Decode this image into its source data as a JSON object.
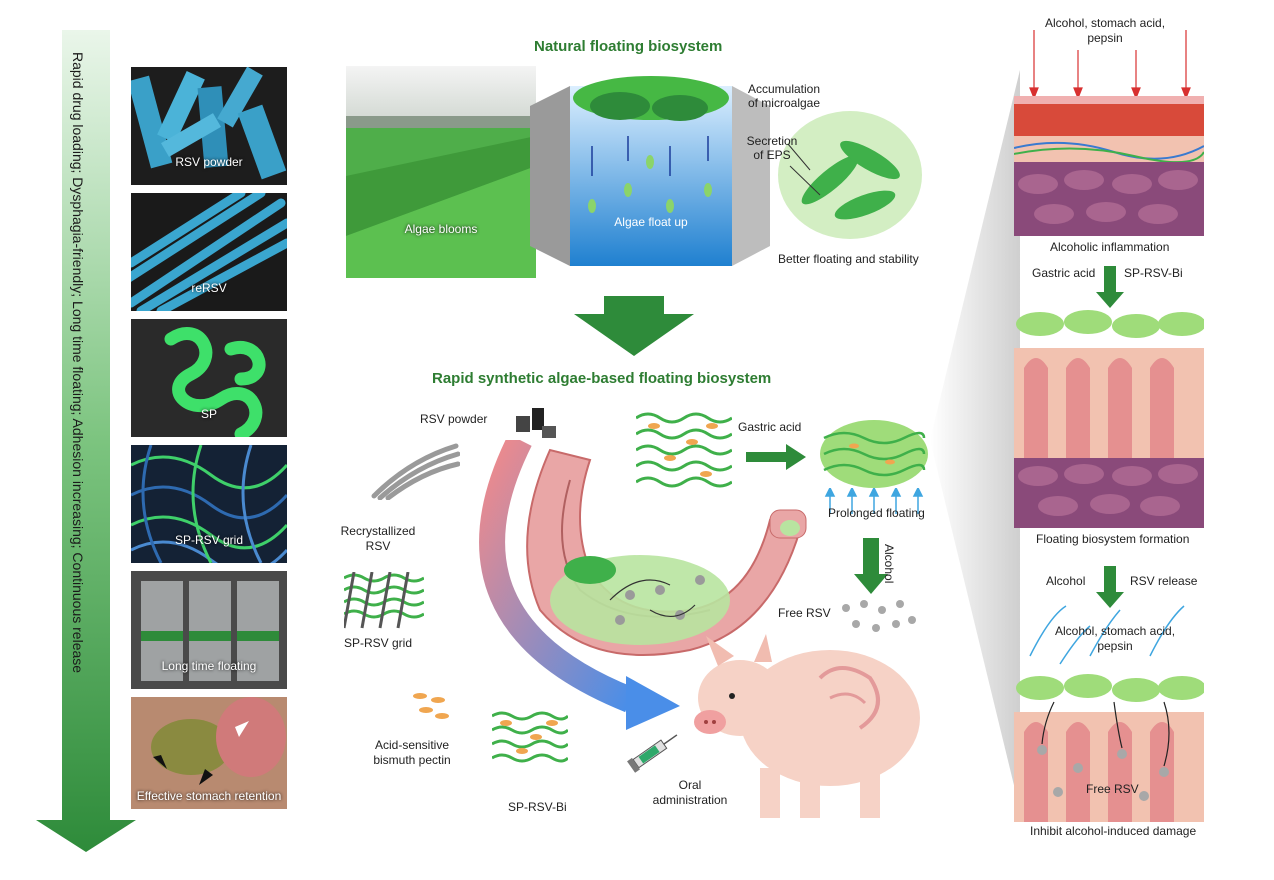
{
  "left_arrow": {
    "text": "Rapid drug loading; Dysphagia-friendly; Long time floating; Adhesion increasing; Continuous release"
  },
  "sem_panels": [
    {
      "caption": "RSV powder",
      "color": "#3aa0c8"
    },
    {
      "caption": "reRSV",
      "color": "#2f9cc4"
    },
    {
      "caption": "SP",
      "color": "#3ee06a"
    },
    {
      "caption": "SP-RSV grid",
      "color": "#2e6ab0"
    },
    {
      "caption": "Long time floating",
      "color": "#5a5a5a"
    },
    {
      "caption": "Effective stomach  retention",
      "color": "#8a7a40"
    }
  ],
  "natural": {
    "title": "Natural floating biosystem",
    "algae_blooms": "Algae blooms",
    "algae_float_up": "Algae float up",
    "accumulation": "Accumulation of microalgae",
    "secretion": "Secretion of EPS",
    "better": "Better floating and stability"
  },
  "synthetic": {
    "title": "Rapid synthetic algae-based floating biosystem",
    "rsv_powder": "RSV powder",
    "recrystallized": "Recrystallized RSV",
    "sp_rsv_grid": "SP-RSV grid",
    "acid_sensitive": "Acid-sensitive bismuth pectin",
    "sp_rsv_bi": "SP-RSV-Bi",
    "oral": "Oral administration",
    "gastric_acid": "Gastric acid",
    "prolonged": "Prolonged floating",
    "alcohol": "Alcohol",
    "free_rsv": "Free RSV"
  },
  "right": {
    "top_label": "Alcohol, stomach acid, pepsin",
    "alcoholic_inflammation": "Alcoholic inflammation",
    "gastric_acid": "Gastric acid",
    "sp_rsv_bi": "SP-RSV-Bi",
    "floating_formation": "Floating biosystem formation",
    "alcohol": "Alcohol",
    "rsv_release": "RSV release",
    "mid_label": "Alcohol, stomach acid, pepsin",
    "free_rsv": "Free RSV",
    "inhibit": "Inhibit alcohol-induced damage"
  },
  "colors": {
    "green_title": "#2e7d32",
    "arrow_green": "#2e8b3a",
    "tissue_pink": "#e39a9a",
    "tissue_purple": "#7a3a6a"
  }
}
